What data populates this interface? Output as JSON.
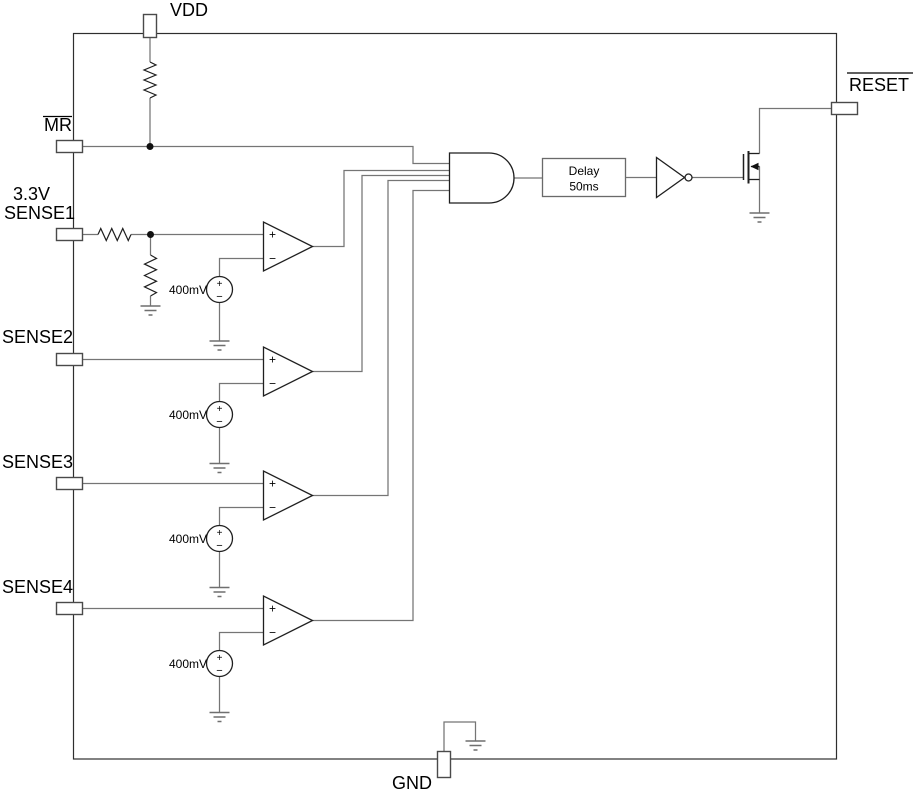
{
  "ic": {
    "pins": {
      "vdd": "VDD",
      "mr": "MR",
      "sense1": "SENSE1",
      "sense2": "SENSE2",
      "sense3": "SENSE3",
      "sense4": "SENSE4",
      "reset": "RESET",
      "gnd": "GND"
    },
    "annotations": {
      "sense1_rail": "3.3V"
    },
    "delay_block": {
      "name": "Delay",
      "value": "50ms"
    },
    "reference": {
      "value": "400mV",
      "plus": "+",
      "minus": "−"
    },
    "comparator": {
      "plus": "+",
      "minus": "−"
    },
    "colors": {
      "background": "#ffffff",
      "wire": "#757575",
      "component": "#1f1f1f",
      "text": "#000000"
    }
  }
}
